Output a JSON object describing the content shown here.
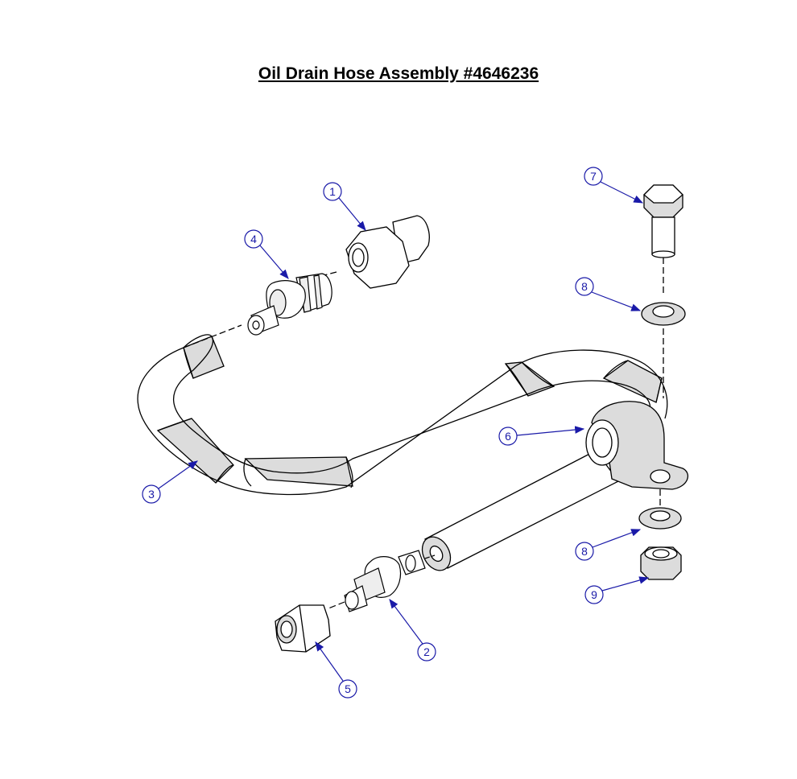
{
  "title": "Oil Drain Hose Assembly #4646236",
  "colors": {
    "callout": "#1a1aa8",
    "line": "#000000",
    "hose_shade": "#dcdcdc"
  },
  "callouts": [
    {
      "id": "1",
      "part": "nut"
    },
    {
      "id": "2",
      "part": "hose-barb-fitting-lower"
    },
    {
      "id": "3",
      "part": "hose"
    },
    {
      "id": "4",
      "part": "hose-barb-fitting-upper"
    },
    {
      "id": "5",
      "part": "nut-lower"
    },
    {
      "id": "6",
      "part": "clamp"
    },
    {
      "id": "7",
      "part": "bolt"
    },
    {
      "id": "8",
      "part": "washer"
    },
    {
      "id": "8",
      "part": "washer-lower"
    },
    {
      "id": "9",
      "part": "lock-nut"
    }
  ]
}
